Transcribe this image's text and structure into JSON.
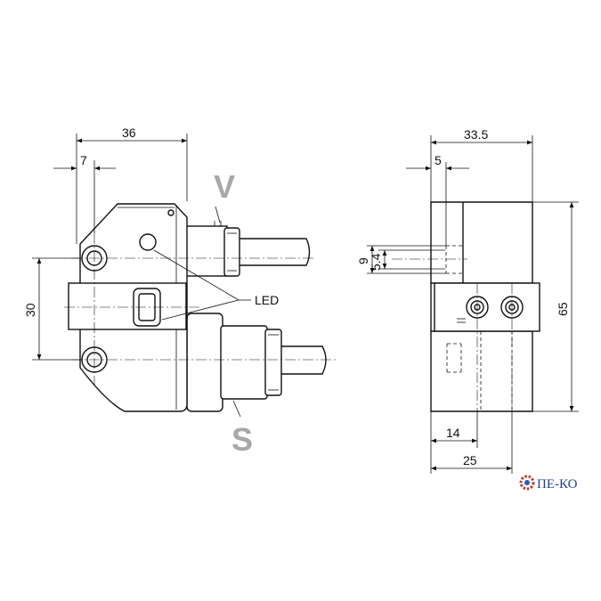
{
  "labels": {
    "v_label": "V",
    "s_label": "S",
    "led_label": "LED"
  },
  "dimensions": {
    "width_36": "36",
    "offset_7": "7",
    "spacing_30": "30",
    "width_33_5": "33.5",
    "offset_5": "5",
    "height_9": "9",
    "height_5_4": "5.4",
    "height_65": "65",
    "offset_14": "14",
    "width_25": "25"
  },
  "logo": {
    "text": "ПЕ-КО",
    "color": "#1f3f8f"
  }
}
